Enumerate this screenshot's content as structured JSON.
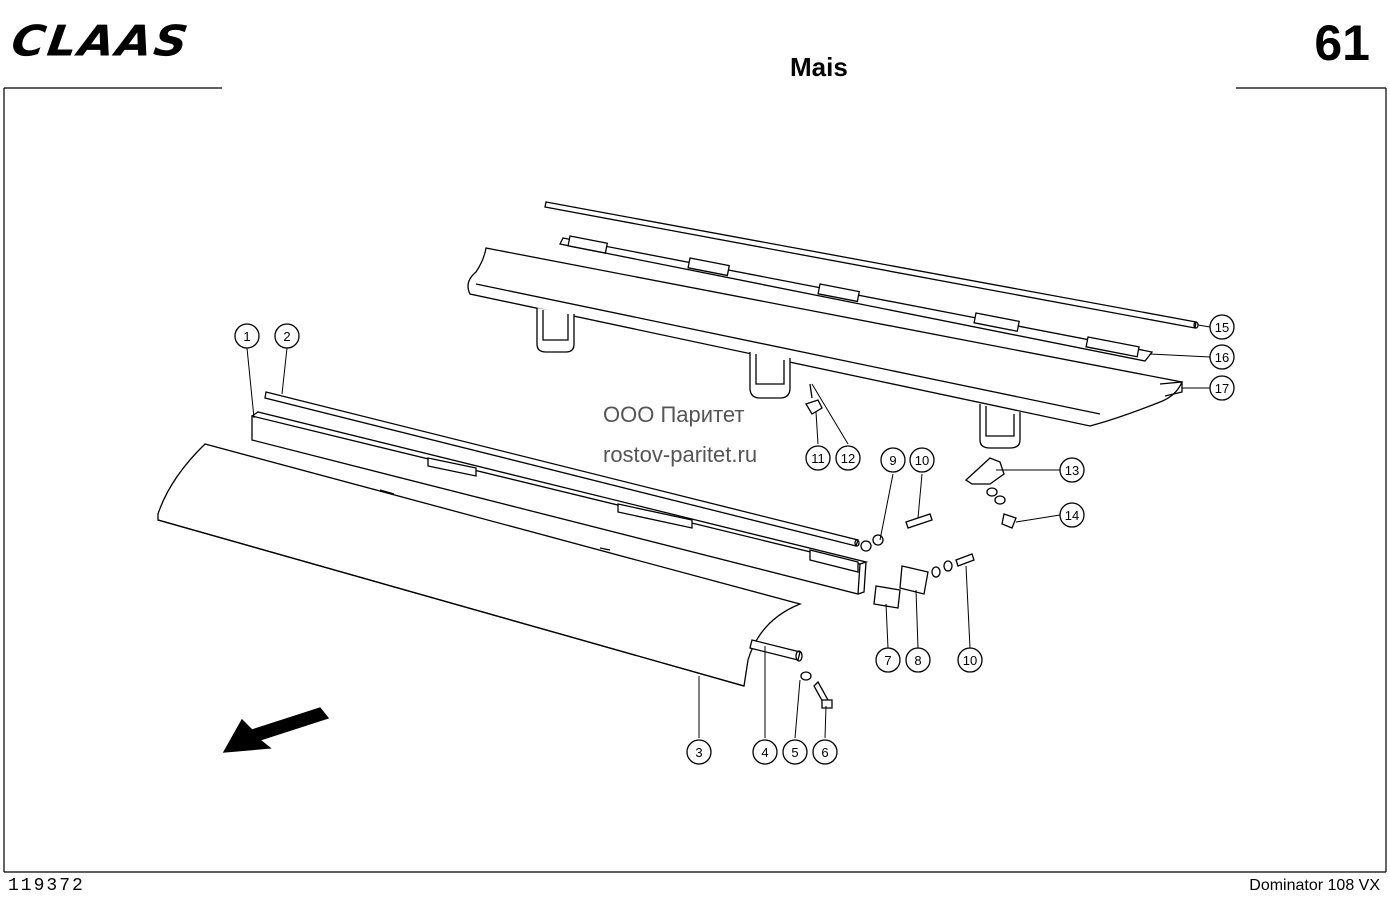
{
  "header": {
    "brand": "CLAAS",
    "page_number": "61",
    "title": "Mais"
  },
  "watermark": {
    "line1": "ООО Паритет",
    "line2": "rostov-paritet.ru"
  },
  "footer": {
    "doc_number": "119372",
    "model": "Dominator 108 VX"
  },
  "callouts": [
    "1",
    "2",
    "3",
    "4",
    "5",
    "6",
    "7",
    "8",
    "9",
    "10",
    "10",
    "11",
    "12",
    "13",
    "14",
    "15",
    "16",
    "17"
  ],
  "icons": {
    "direction_arrow": "arrow-down-left-icon"
  }
}
